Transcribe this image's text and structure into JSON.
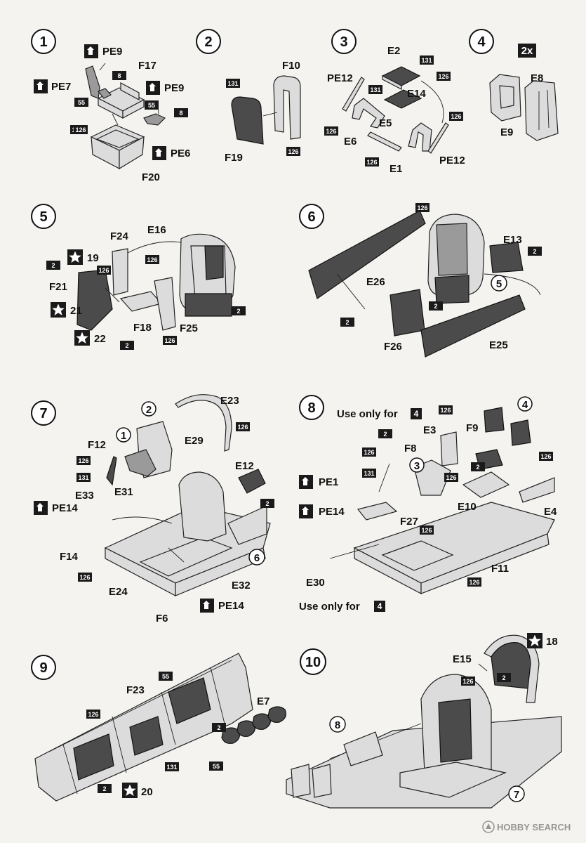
{
  "steps": [
    {
      "number": "1"
    },
    {
      "number": "2"
    },
    {
      "number": "3"
    },
    {
      "number": "4"
    },
    {
      "number": "5"
    },
    {
      "number": "6"
    },
    {
      "number": "7"
    },
    {
      "number": "8"
    },
    {
      "number": "9"
    },
    {
      "number": "10"
    }
  ],
  "parts": {
    "s1": [
      "PE9",
      "PE7",
      "F17",
      "PE9",
      "PE6",
      "F20"
    ],
    "s2": [
      "F10",
      "F19"
    ],
    "s3": [
      "E2",
      "PE12",
      "E14",
      "E5",
      "E6",
      "E1",
      "PE12"
    ],
    "s4": [
      "E8",
      "E9"
    ],
    "s5": [
      "F24",
      "E16",
      "19",
      "F21",
      "21",
      "22",
      "F18",
      "F25"
    ],
    "s6": [
      "E13",
      "E26",
      "E25",
      "F26"
    ],
    "s7": [
      "E23",
      "F12",
      "E29",
      "E12",
      "E31",
      "E33",
      "PE14",
      "F14",
      "E24",
      "E32",
      "F6",
      "PE14"
    ],
    "s8": [
      "F8",
      "E3",
      "F9",
      "PE1",
      "PE14",
      "E10",
      "E4",
      "F27",
      "F11",
      "E30"
    ],
    "s9": [
      "F23",
      "E7",
      "20"
    ],
    "s10": [
      "E15",
      "18"
    ]
  },
  "callouts": {
    "s5_in_s6": "5",
    "s6_in_s7": "6",
    "s1_in_s7": "1",
    "s2_in_s7": "2",
    "s3_in_s8": "3",
    "s4_in_s8": "4",
    "s8_in_s10": "8",
    "s7_in_s10": "7"
  },
  "multiplier": "2x",
  "notes": {
    "use_only_top": "Use only for",
    "use_only_bottom": "Use only for",
    "use_only_ref": "4"
  },
  "paint_codes": {
    "s1": [
      "8",
      "55",
      "126",
      "55",
      "8",
      "126"
    ],
    "s2": [
      "131",
      "126"
    ],
    "s3": [
      "131",
      "131",
      "126",
      "126",
      "126",
      "126"
    ],
    "s5": [
      "2",
      "126",
      "126",
      "126",
      "2",
      "2"
    ],
    "s6": [
      "126",
      "2",
      "2",
      "2"
    ],
    "s7": [
      "126",
      "126",
      "131",
      "2",
      "126"
    ],
    "s8": [
      "2",
      "126",
      "131",
      "126",
      "2",
      "126",
      "126",
      "126",
      "126"
    ],
    "s9": [
      "55",
      "126",
      "2",
      "55",
      "131",
      "2"
    ],
    "s10": [
      "126",
      "2"
    ]
  },
  "watermark": "HOBBY SEARCH"
}
